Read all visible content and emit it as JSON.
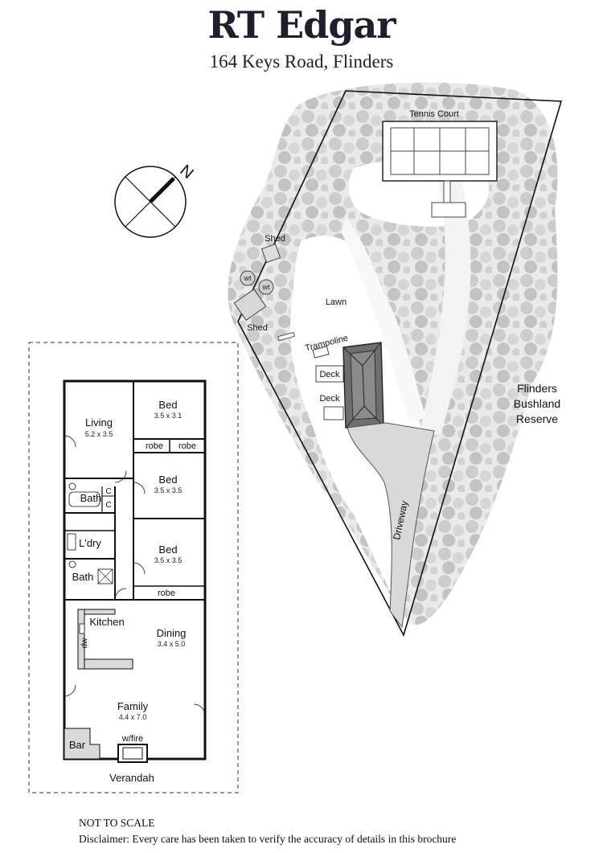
{
  "header": {
    "agency": "RT Edgar",
    "address": "164 Keys Road, Flinders"
  },
  "site_plan": {
    "compass": "N",
    "tennis_court": "Tennis Court",
    "shed_top": "Shed",
    "shed_bottom": "Shed",
    "water_tank_1": "wt",
    "water_tank_2": "wt",
    "lawn": "Lawn",
    "trampoline": "Trampoline",
    "deck_top": "Deck",
    "deck_bottom": "Deck",
    "driveway": "Driveway",
    "reserve_line1": "Flinders",
    "reserve_line2": "Bushland",
    "reserve_line3": "Reserve"
  },
  "floor_plan": {
    "living": {
      "name": "Living",
      "dim": "5.2 x 3.5"
    },
    "bed1": {
      "name": "Bed",
      "dim": "3.5 x 3.1"
    },
    "robe1": "robe",
    "robe2": "robe",
    "bed2": {
      "name": "Bed",
      "dim": "3.5 x 3.5"
    },
    "bath1": "Bath",
    "cupboard1": "C",
    "cupboard2": "C",
    "laundry": "L'dry",
    "bed3": {
      "name": "Bed",
      "dim": "3.5 x 3.5"
    },
    "bath2": "Bath",
    "robe3": "robe",
    "kitchen": "Kitchen",
    "dishwasher": "dw",
    "dining": {
      "name": "Dining",
      "dim": "3.4 x 5.0"
    },
    "family": {
      "name": "Family",
      "dim": "4.4 x 7.0"
    },
    "bar": "Bar",
    "fireplace": "w/fire",
    "verandah": "Verandah"
  },
  "footer": {
    "scale_note": "NOT TO SCALE",
    "disclaimer": "Disclaimer: Every care has been taken to verify the accuracy of details in this brochure"
  }
}
